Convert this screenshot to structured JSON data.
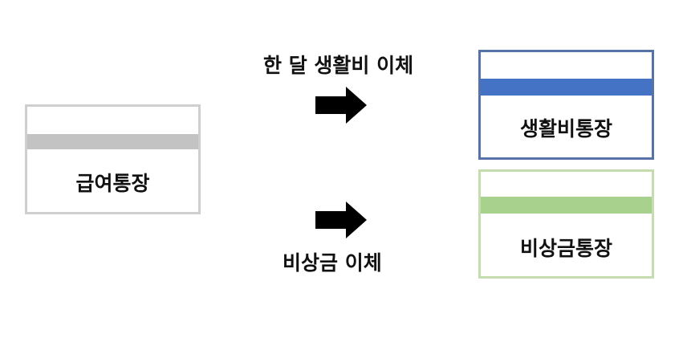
{
  "accounts": {
    "salary": {
      "label": "급여통장",
      "band_color": "#c3c3c3"
    },
    "living": {
      "label": "생활비통장",
      "band_color": "#4472c4"
    },
    "emergency": {
      "label": "비상금통장",
      "band_color": "#a9d18e"
    }
  },
  "transfers": {
    "living": {
      "label": "한 달 생활비 이체"
    },
    "emergency": {
      "label": "비상금 이체"
    }
  },
  "arrow_color": "#000000"
}
